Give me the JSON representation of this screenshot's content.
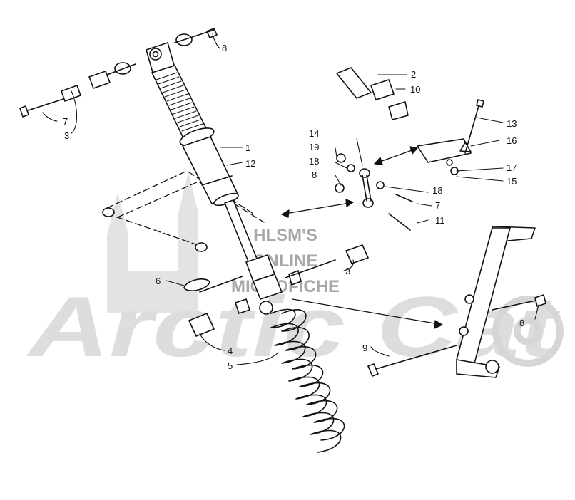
{
  "watermark": {
    "logo": "Arctic Cat",
    "line1": "HLSM'S",
    "line2": "ONLINE",
    "line3": "MICROFICHE"
  },
  "callouts": [
    "1",
    "2",
    "3",
    "3",
    "4",
    "5",
    "6",
    "7",
    "7",
    "8",
    "8",
    "8",
    "9",
    "10",
    "11",
    "12",
    "13",
    "14",
    "15",
    "16",
    "17",
    "18",
    "18",
    "19"
  ],
  "colors": {
    "line": "#111111",
    "watermark": "#d9d9d9",
    "watermark_text": "#9a9a9a"
  }
}
